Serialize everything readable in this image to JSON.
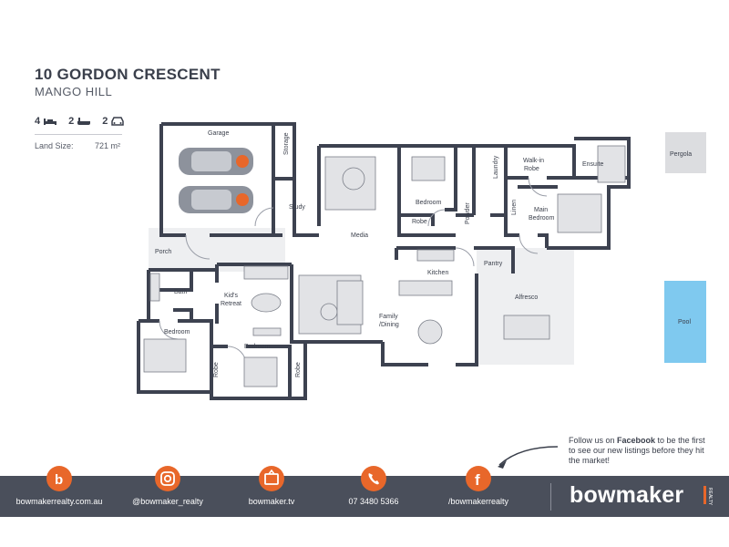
{
  "header": {
    "address": "10 GORDON CRESCENT",
    "suburb": "MANGO HILL"
  },
  "features": {
    "bedrooms": "4",
    "bathrooms": "2",
    "car_spaces": "2",
    "land_size_label": "Land Size:",
    "land_size_value": "721 m²"
  },
  "rooms": {
    "garage": "Garage",
    "storage": "Storage",
    "study": "Study",
    "media": "Media",
    "bedroom_top": "Bedroom",
    "robe_top": "Robe",
    "powder": "Powder",
    "laundry": "Laundry",
    "linen": "Linen",
    "walk_in_robe_1": "Walk-in",
    "walk_in_robe_2": "Robe",
    "ensuite": "Ensuite",
    "main_bedroom_1": "Main",
    "main_bedroom_2": "Bedroom",
    "pergola": "Pergola",
    "porch": "Porch",
    "bath": "Bath",
    "kids_retreat_1": "Kid's",
    "kids_retreat_2": "Retreat",
    "kitchen": "Kitchen",
    "pantry": "Pantry",
    "alfresco": "Alfresco",
    "family_dining_1": "Family",
    "family_dining_2": "/Dining",
    "pool": "Pool",
    "bedroom_left": "Bedroom",
    "bedroom_bottom": "Bedroom",
    "robe_left": "Robe",
    "robe_right": "Robe"
  },
  "social_note": {
    "prefix": "Follow us on ",
    "network": "Facebook",
    "suffix": " to be the first to see our new listings before they hit the market!"
  },
  "footer": {
    "website": "bowmakerrealty.com.au",
    "instagram": "@bowmaker_realty",
    "tv": "bowmaker.tv",
    "phone": "07 3480 5366",
    "facebook": "/bowmakerrealty",
    "brand": "bowmaker",
    "brand_suffix": "REALTY"
  },
  "colors": {
    "accent": "#e8672a",
    "footer_bg": "#4a4f5b",
    "wall": "#3d4250",
    "floor_shade": "#eeeff1",
    "pool": "#7fc9ef"
  }
}
